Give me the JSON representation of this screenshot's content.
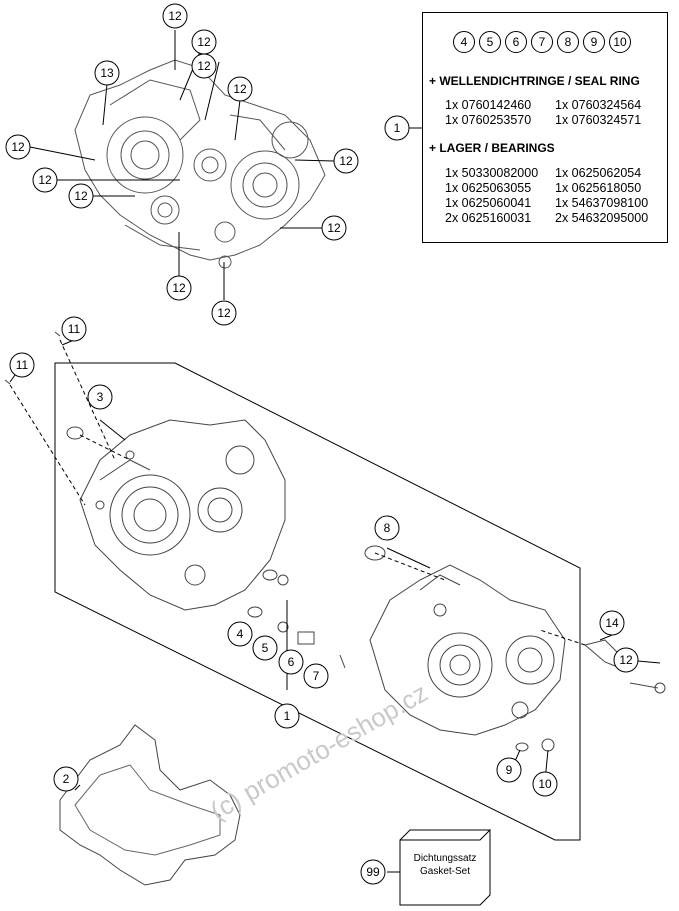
{
  "callouts": {
    "top_12": "12",
    "top_13": "13",
    "top_14": "14",
    "main_1": "1",
    "main_2": "2",
    "main_3": "3",
    "main_4": "4",
    "main_5": "5",
    "main_6": "6",
    "main_7": "7",
    "main_8": "8",
    "main_9": "9",
    "main_10": "10",
    "main_11": "11",
    "main_99": "99"
  },
  "info_box": {
    "parts": [
      "4",
      "5",
      "6",
      "7",
      "8",
      "9",
      "10"
    ],
    "seal_title": "+ WELLENDICHTRINGE / SEAL RING",
    "seal_rows": [
      [
        "1x 0760142460",
        "1x 0760324564"
      ],
      [
        "1x 0760253570",
        "1x 0760324571"
      ]
    ],
    "bearing_title": "+ LAGER / BEARINGS",
    "bearing_rows": [
      [
        "1x 50330082000",
        "1x 0625062054"
      ],
      [
        "1x 0625063055",
        "1x 0625618050"
      ],
      [
        "1x 0625060041",
        "1x 54637098100"
      ],
      [
        "2x 0625160031",
        "2x 54632095000"
      ]
    ]
  },
  "gasket_box": {
    "line1": "Dichtungssatz",
    "line2": "Gasket-Set"
  },
  "watermark": "(c) promoto-eshop.cz"
}
